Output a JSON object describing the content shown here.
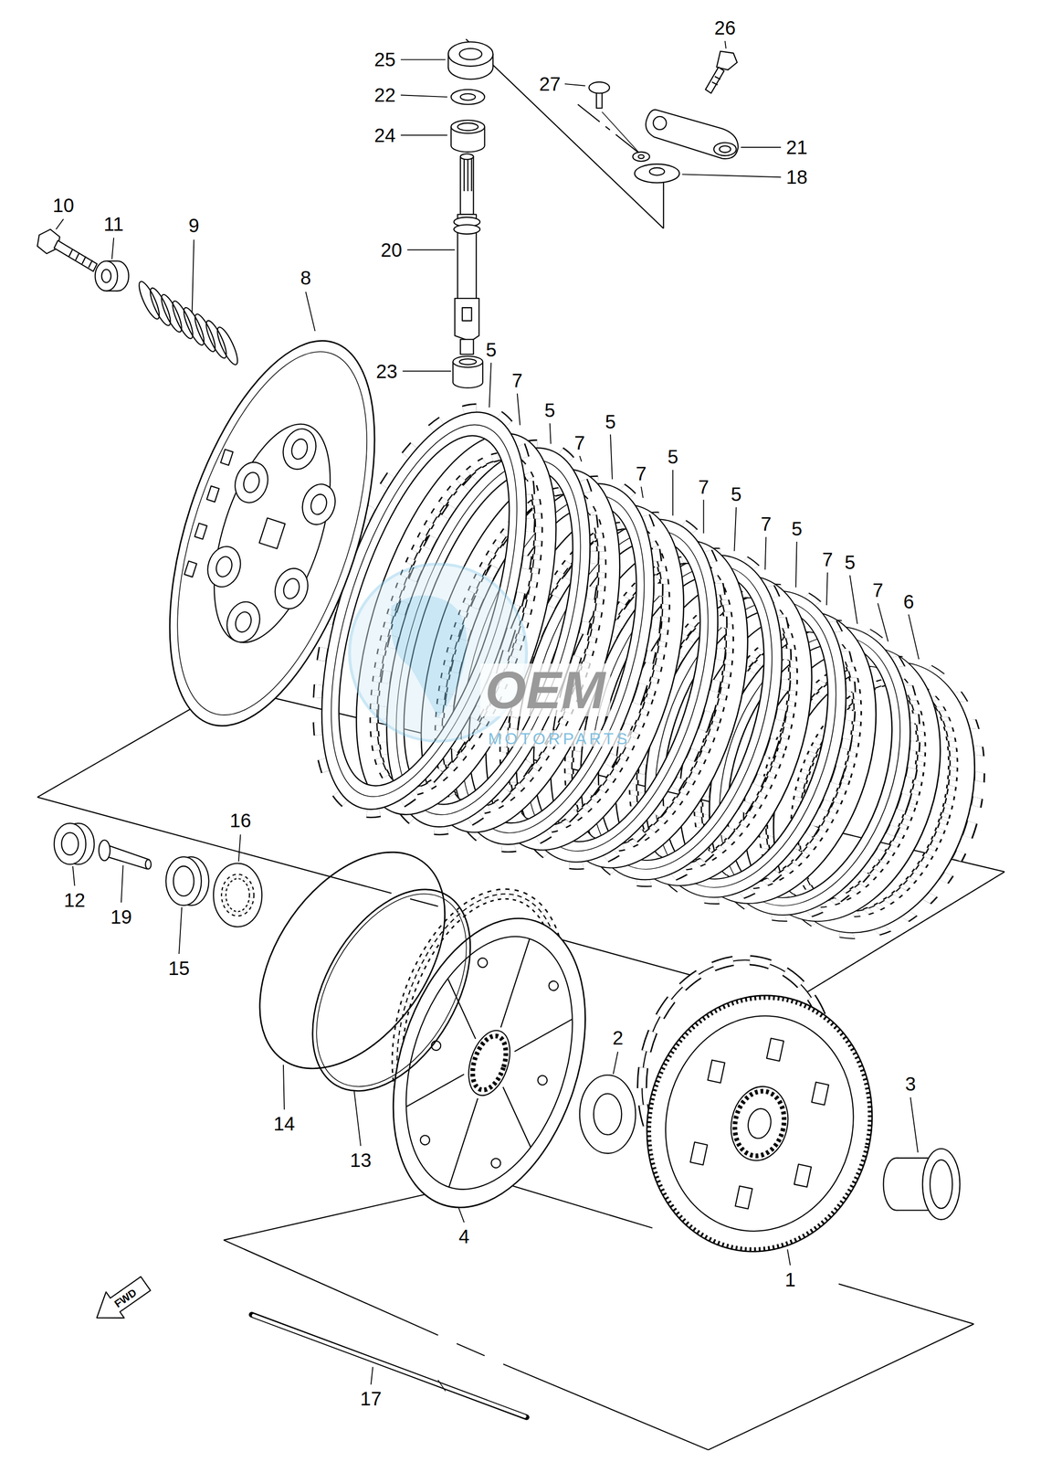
{
  "diagram": {
    "labels": [
      "26",
      "25",
      "27",
      "22",
      "24",
      "21",
      "18",
      "10",
      "11",
      "9",
      "20",
      "8",
      "23",
      "5",
      "7",
      "5",
      "7",
      "5",
      "7",
      "5",
      "7",
      "5",
      "7",
      "5",
      "7",
      "5",
      "7",
      "6",
      "OEM",
      "MOTORPARTS",
      "16",
      "12",
      "19",
      "15",
      "2",
      "3",
      "14",
      "13",
      "4",
      "1",
      "FWD",
      "17"
    ]
  }
}
